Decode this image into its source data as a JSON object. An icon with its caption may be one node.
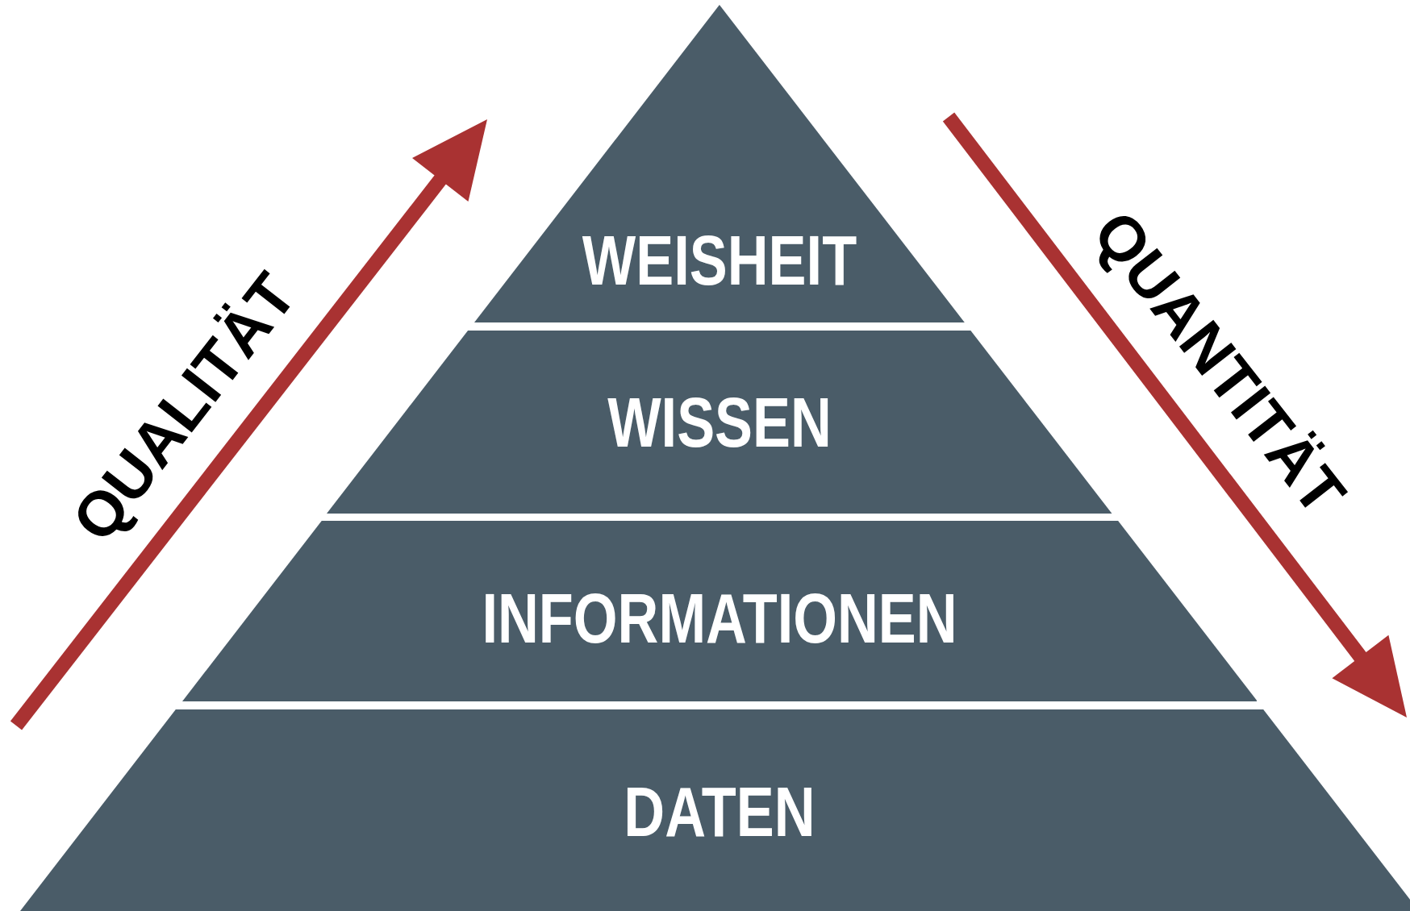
{
  "diagram": {
    "nodes": [
      {
        "text": [
          "WEISHEIT"
        ]
      },
      {
        "text": [
          "WISSEN"
        ]
      },
      {
        "text": [
          "INFORMATIONEN"
        ]
      },
      {
        "text": [
          "DATEN"
        ]
      }
    ],
    "labels": [
      "QUALITÄT",
      "QUANTITÄT"
    ]
  }
}
